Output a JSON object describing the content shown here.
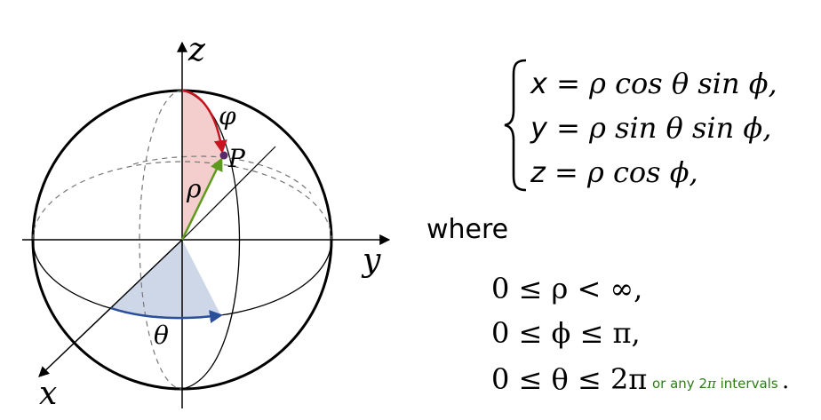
{
  "labels": {
    "axis_x": "x",
    "axis_y": "y",
    "axis_z": "z",
    "point": "P",
    "rho": "ρ",
    "phi": "φ",
    "theta": "θ"
  },
  "equations": [
    {
      "var": "x",
      "eq": " = ",
      "rhs": "ρ cos θ sin ϕ,"
    },
    {
      "var": "y",
      "eq": " = ",
      "rhs": "ρ sin θ sin ϕ,"
    },
    {
      "var": "z",
      "eq": " = ",
      "rhs": "ρ cos ϕ,"
    }
  ],
  "where": "where",
  "ranges": [
    {
      "text": "0 ≤ ρ < ∞,"
    },
    {
      "text": "0 ≤ ϕ ≤ π,"
    },
    {
      "text": "0 ≤ θ ≤ 2π"
    }
  ],
  "note": {
    "prefix": "or any 2",
    "symbol": "π",
    "suffix": " intervals",
    "period": "."
  },
  "colors": {
    "phi_arc": "#c8141e",
    "phi_fill": "#f2c4c4",
    "theta_arc": "#2b4f9a",
    "theta_fill": "#c9d3e6",
    "rho_vector": "#5e9a1c",
    "point": "#5a2a6a",
    "note": "#2e7d16"
  }
}
